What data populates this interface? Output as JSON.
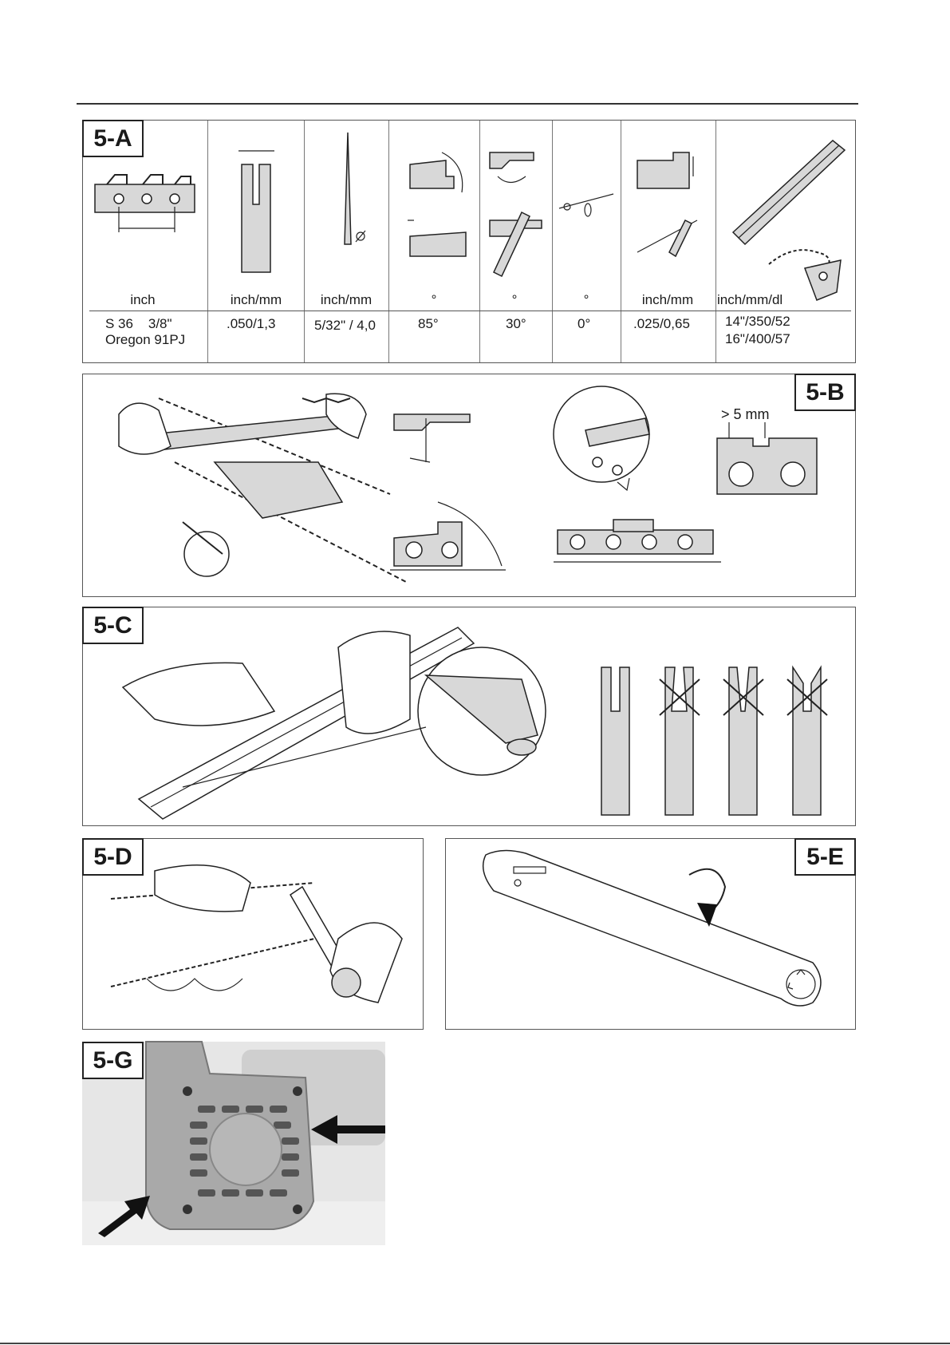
{
  "panels": {
    "a": {
      "label": "5-A"
    },
    "b": {
      "label": "5-B",
      "annotation": "> 5 mm"
    },
    "c": {
      "label": "5-C"
    },
    "d": {
      "label": "5-D"
    },
    "e": {
      "label": "5-E"
    },
    "g": {
      "label": "5-G"
    }
  },
  "spec_table": {
    "headers": [
      "inch",
      "inch/mm",
      "inch/mm",
      "°",
      "°",
      "°",
      "inch/mm",
      "inch/mm/dl"
    ],
    "values": [
      [
        "S 36    3/8\"",
        "Oregon 91PJ"
      ],
      [
        ".050/1,3"
      ],
      [
        "5/32\" / 4,0"
      ],
      [
        "85°"
      ],
      [
        "30°"
      ],
      [
        "0°"
      ],
      [
        ".025/0,65"
      ],
      [
        "14\"/350/52",
        "16\"/400/57"
      ]
    ]
  },
  "icons": [
    "chain-icon",
    "groove-gauge-icon",
    "round-file-icon",
    "cutter-angle-icon",
    "file-angle-icon",
    "file-holder-icon",
    "depth-gauge-icon",
    "bar-and-chain-icon",
    "arrow-icon"
  ]
}
